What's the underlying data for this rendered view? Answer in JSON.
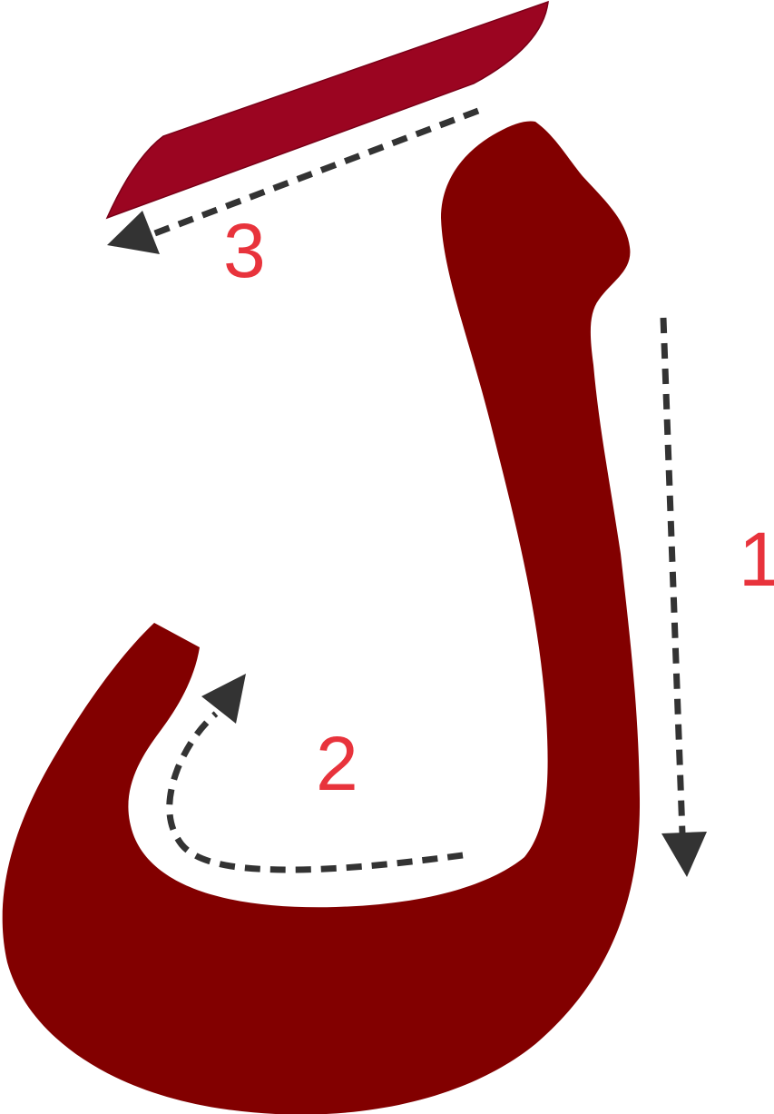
{
  "colors": {
    "letter_body": "#820000",
    "letter_bar": "#9b0521",
    "arrow": "#333333",
    "label": "#e8333c"
  },
  "strokes": [
    {
      "order": "1",
      "icon": "dashed-arrow-down"
    },
    {
      "order": "2",
      "icon": "dashed-curved-arrow"
    },
    {
      "order": "3",
      "icon": "dashed-arrow-left"
    }
  ]
}
